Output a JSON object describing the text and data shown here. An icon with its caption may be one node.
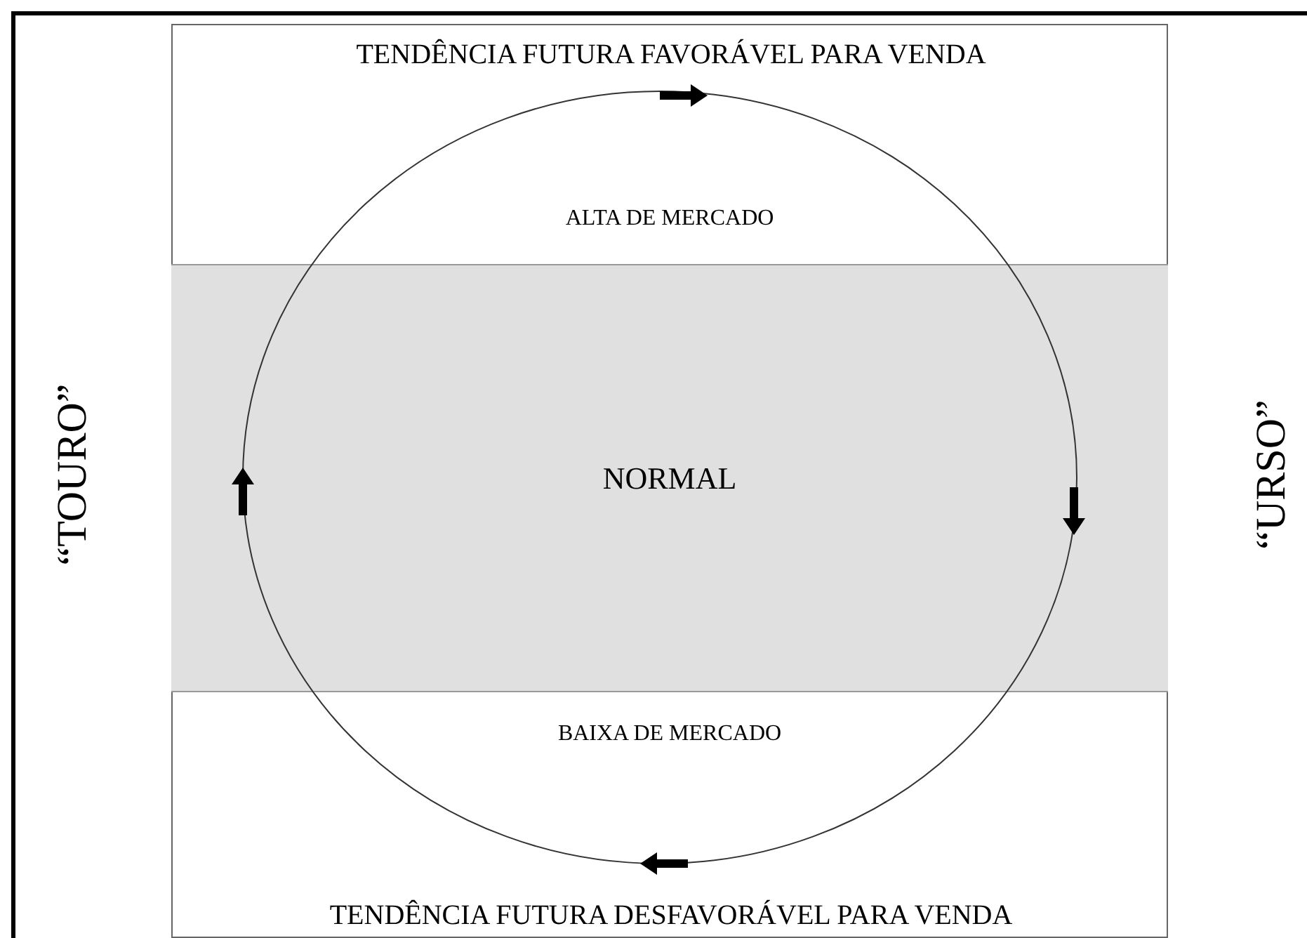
{
  "diagram": {
    "nodes": [
      {
        "text": [
          "TENDÊNCIA FUTURA FAVORÁVEL PARA VENDA",
          "TENDÊNCIA FUTURA DESFAVORÁVEL PARA VENDA"
        ]
      },
      {
        "text": [
          "NORMAL"
        ],
        "in": 0
      }
    ],
    "edges": [],
    "labels": [
      "ALTA DE MERCADO",
      "“TOURO”",
      "“URSO”",
      "BAIXA DE MERCADO"
    ]
  }
}
